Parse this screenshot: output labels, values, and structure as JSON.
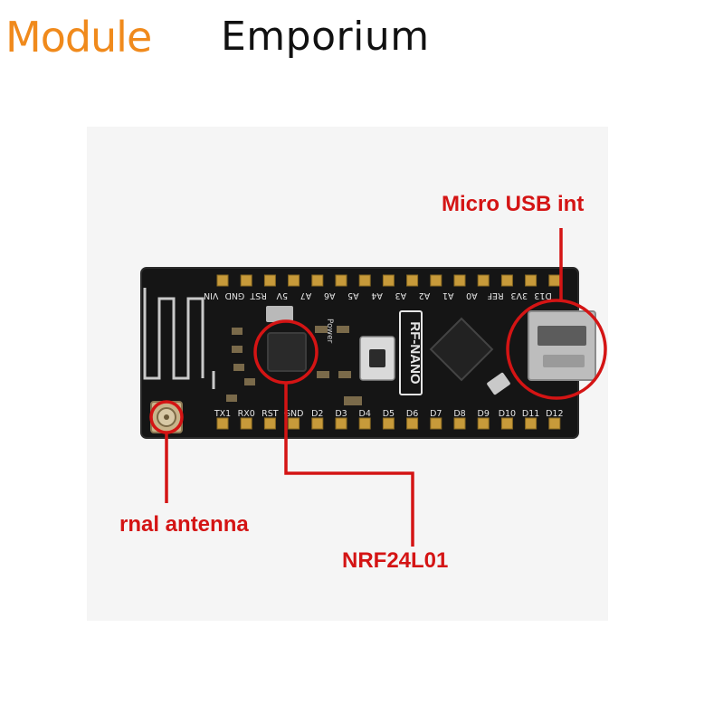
{
  "brand": {
    "part1": "Module",
    "part2": "Emporium"
  },
  "labels": {
    "usb": "Micro USB int",
    "antenna": "rnal antenna",
    "nrf": "NRF24L01"
  },
  "board": {
    "silkscreen_name": "RF-NANO",
    "power_label": "Power",
    "top_pins": [
      "D13",
      "3V3",
      "REF",
      "A0",
      "A1",
      "A2",
      "A3",
      "A4",
      "A5",
      "A6",
      "A7",
      "5V",
      "RST",
      "GND",
      "VIN"
    ],
    "bottom_pins": [
      "TX1",
      "RX0",
      "RST",
      "GND",
      "D2",
      "D3",
      "D4",
      "D5",
      "D6",
      "D7",
      "D8",
      "D9",
      "D10",
      "D11",
      "D12"
    ]
  },
  "colors": {
    "accent": "#d41414",
    "brand_orange": "#f08a1c",
    "board": "#151515",
    "silkscreen": "#e6e6e6"
  }
}
